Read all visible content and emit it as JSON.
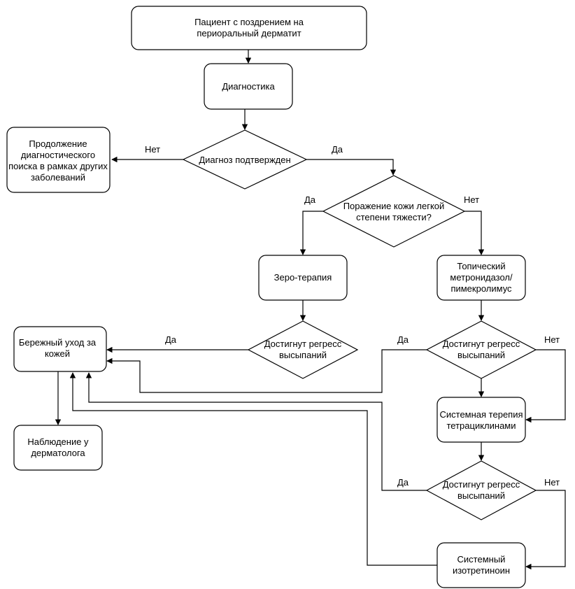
{
  "nodes": {
    "start": {
      "lines": [
        "Пациент с поздрением на",
        "периоральный дерматит"
      ]
    },
    "diag": {
      "lines": [
        "Диагностика"
      ]
    },
    "confirmed": {
      "lines": [
        "Диагноз подтвержден"
      ]
    },
    "continue": {
      "lines": [
        "Продолжение",
        "диагностического",
        "поиска в рамках других",
        "заболеваний"
      ]
    },
    "mild": {
      "lines": [
        "Поражение кожи легкой",
        "степени тяжести?"
      ]
    },
    "zero": {
      "lines": [
        "Зеро-терапия"
      ]
    },
    "topical": {
      "lines": [
        "Топический",
        "метронидазол/",
        "пимекролимус"
      ]
    },
    "regress1": {
      "lines": [
        "Достигнут регресс",
        "высыпаний"
      ]
    },
    "regress2": {
      "lines": [
        "Достигнут регресс",
        "высыпаний"
      ]
    },
    "care": {
      "lines": [
        "Бережный уход за",
        "кожей"
      ]
    },
    "tetra": {
      "lines": [
        "Системная терепия",
        "тетрациклинами"
      ]
    },
    "observe": {
      "lines": [
        "Наблюдение у",
        "дерматолога"
      ]
    },
    "regress3": {
      "lines": [
        "Достигнут регресс",
        "высыпаний"
      ]
    },
    "isotret": {
      "lines": [
        "Системный",
        "изотретиноин"
      ]
    }
  },
  "edge_labels": {
    "confirmed_no": "Нет",
    "confirmed_yes": "Да",
    "mild_yes": "Да",
    "mild_no": "Нет",
    "regress1_yes": "Да",
    "regress2_yes": "Да",
    "regress2_no": "Нет",
    "regress3_yes": "Да",
    "regress3_no": "Нет"
  }
}
